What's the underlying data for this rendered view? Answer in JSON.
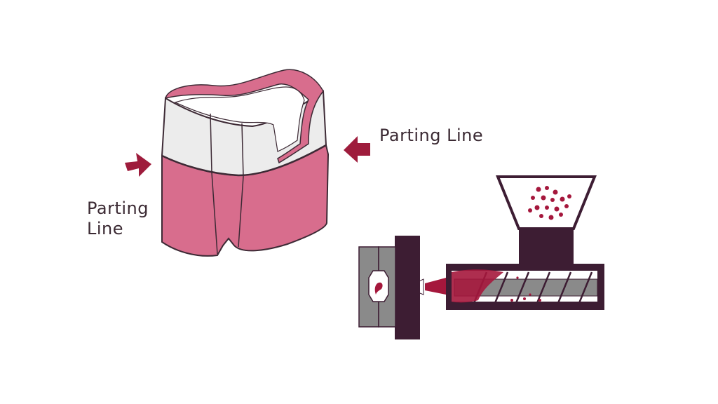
{
  "labels": {
    "right": "Parting Line",
    "left_line1": "Parting",
    "left_line2": "Line"
  },
  "colors": {
    "mold_top": "#ececec",
    "mold_bottom": "#d86d8d",
    "mold_rim": "#d86d8d",
    "outline": "#3d2a35",
    "arrow": "#9e1c3c",
    "machine_dark": "#3d1d33",
    "machine_gray": "#8a8a8a",
    "plastic": "#a5173c",
    "text": "#3b2a33"
  },
  "icons": {
    "left_arrow": "arrow-right-icon",
    "right_arrow": "arrow-left-icon"
  }
}
